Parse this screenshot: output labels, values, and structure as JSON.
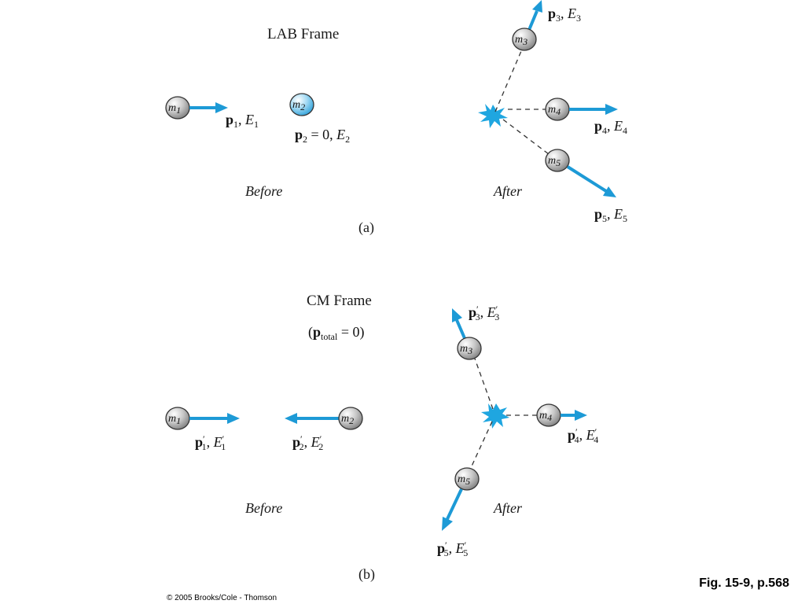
{
  "panel_a": {
    "title": "LAB Frame",
    "before_label": "Before",
    "after_label": "After",
    "caption": "(a)",
    "masses": [
      "m1",
      "m2",
      "m3",
      "m4",
      "m5"
    ],
    "momentum_labels": [
      "p1, E1",
      "p2 = 0, E2",
      "p3, E3",
      "p4, E4",
      "p5, E5"
    ]
  },
  "panel_b": {
    "title": "CM Frame",
    "condition": "(ptotal = 0)",
    "before_label": "Before",
    "after_label": "After",
    "caption": "(b)",
    "masses": [
      "m1",
      "m2",
      "m3",
      "m4",
      "m5"
    ],
    "momentum_labels": [
      "p′1, E′1",
      "p′2, E′2",
      "p′3, E′3",
      "p′4, E′4",
      "p′5, E′5"
    ]
  },
  "figure_ref": "Fig. 15-9, p.568",
  "copyright": "© 2005 Brooks/Cole - Thomson",
  "colors": {
    "arrow": "#1d9ad6",
    "ball_gray": "#c8c8c8",
    "ball_highlight": "#9fd8f3",
    "burst": "#1fa6e0"
  }
}
